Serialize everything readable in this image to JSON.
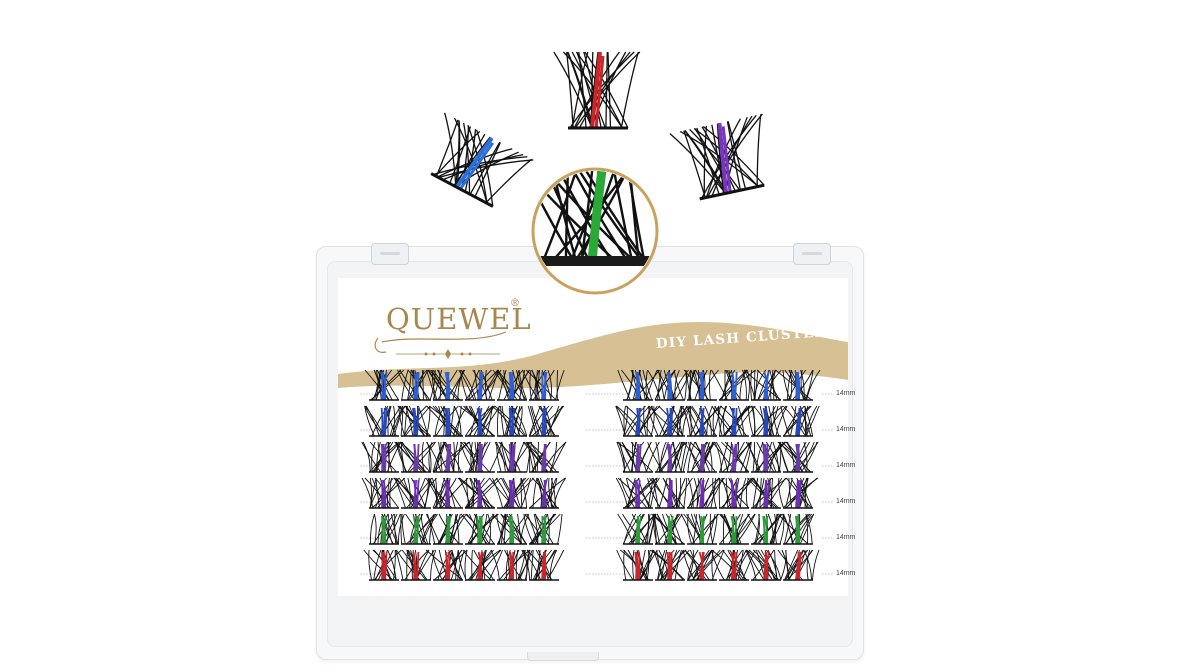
{
  "brand": {
    "name": "QUEWEL",
    "registered_mark": "®"
  },
  "product": {
    "title": "DIY LASH CLUSTERS"
  },
  "rows": [
    {
      "length": "14mm",
      "color": "#2f5fd0"
    },
    {
      "length": "14mm",
      "color": "#2748b8"
    },
    {
      "length": "14mm",
      "color": "#6a3aa8"
    },
    {
      "length": "14mm",
      "color": "#6b2fb0"
    },
    {
      "length": "14mm",
      "color": "#2e9a3c"
    },
    {
      "length": "14mm",
      "color": "#c8262a"
    }
  ],
  "floating_clusters": [
    {
      "name": "blue-lash-cluster",
      "color": "#2f6fd8"
    },
    {
      "name": "red-lash-cluster",
      "color": "#c8262a"
    },
    {
      "name": "purple-lash-cluster",
      "color": "#7a35c0"
    },
    {
      "name": "green-lash-cluster-magnified",
      "color": "#2aa838"
    }
  ],
  "colors": {
    "gold": "#a8874e",
    "wave": "#d7c094"
  }
}
